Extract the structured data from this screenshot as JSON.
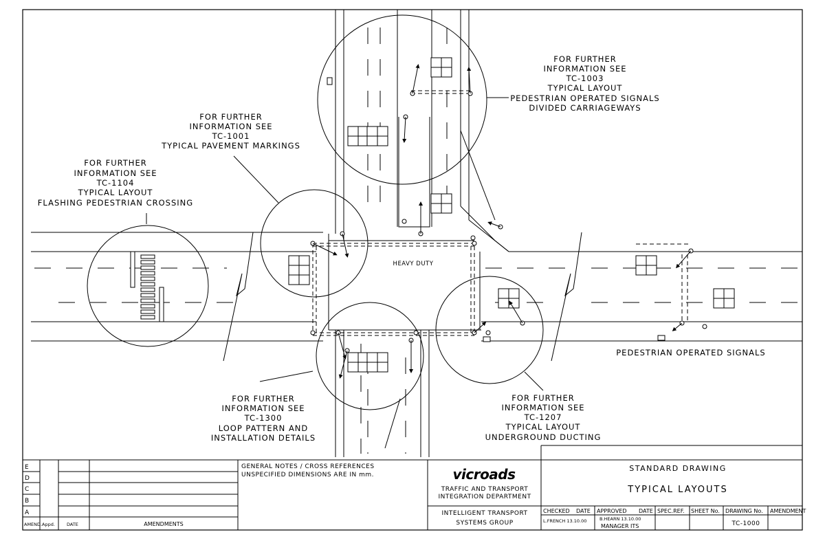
{
  "callouts": {
    "tc1001": [
      "FOR FURTHER",
      "INFORMATION SEE",
      "TC-1001",
      "TYPICAL PAVEMENT MARKINGS"
    ],
    "tc1104": [
      "FOR FURTHER",
      "INFORMATION SEE",
      "TC-1104",
      "TYPICAL LAYOUT",
      "FLASHING PEDESTRIAN CROSSING"
    ],
    "tc1003": [
      "FOR FURTHER",
      "INFORMATION SEE",
      "TC-1003",
      "TYPICAL LAYOUT",
      "PEDESTRIAN OPERATED SIGNALS",
      "DIVIDED CARRIAGEWAYS"
    ],
    "tc1300": [
      "FOR FURTHER",
      "INFORMATION SEE",
      "TC-1300",
      "LOOP PATTERN AND",
      "INSTALLATION DETAILS"
    ],
    "tc1207": [
      "FOR FURTHER",
      "INFORMATION SEE",
      "TC-1207",
      "TYPICAL LAYOUT",
      "UNDERGROUND DUCTING"
    ]
  },
  "labels": {
    "heavy_duty": "HEAVY DUTY",
    "pedestrian_operated_signals": "PEDESTRIAN OPERATED SIGNALS"
  },
  "title_block": {
    "amend_letters": [
      "E",
      "D",
      "C",
      "B",
      "A"
    ],
    "amend_headers": {
      "amend": "AMEND.",
      "appd": "Appd.",
      "date": "DATE",
      "amendments": "AMENDMENTS"
    },
    "notes_heading": "GENERAL NOTES / CROSS REFERENCES",
    "notes_text": "UNSPECIFIED DIMENSIONS ARE IN mm.",
    "logo": "vicroads",
    "department": [
      "TRAFFIC AND TRANSPORT",
      "INTEGRATION DEPARTMENT"
    ],
    "group": [
      "INTELLIGENT TRANSPORT",
      "SYSTEMS GROUP"
    ],
    "standard_drawing": "STANDARD DRAWING",
    "drawing_title": "TYPICAL LAYOUTS",
    "headers": {
      "checked": "CHECKED",
      "date": "DATE",
      "approved": "APPROVED",
      "spec_ref": "SPEC.REF.",
      "sheet_no": "SHEET No.",
      "drawing_no": "DRAWING No.",
      "amendment": "AMENDMENT"
    },
    "checked_value": "L.FRENCH 13.10.00",
    "approved_value": [
      "B.HEARN  13.10.00",
      "MANAGER ITS"
    ],
    "drawing_no": "TC-1000"
  }
}
